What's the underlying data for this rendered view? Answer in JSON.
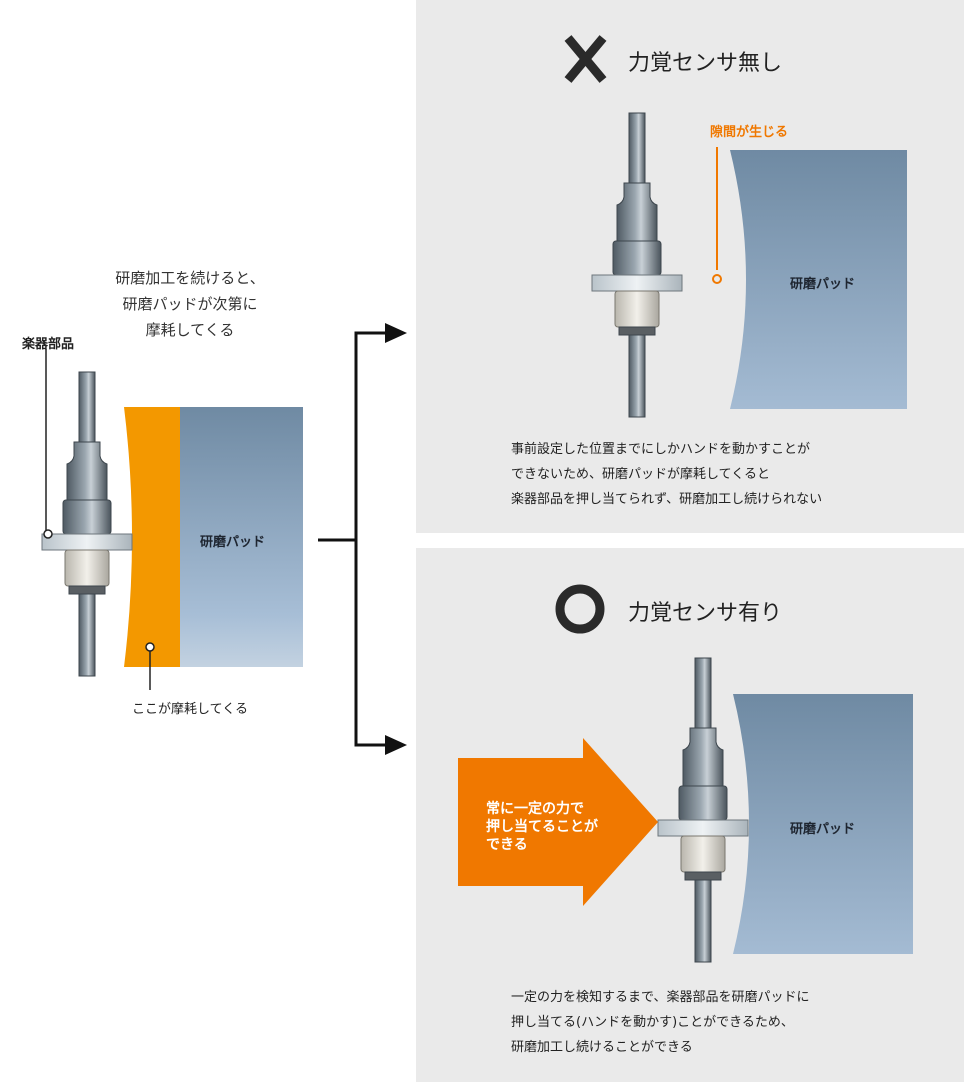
{
  "intro": {
    "line1": "研磨加工を続けると、",
    "line2": "研磨パッドが次第に",
    "line3": "摩耗してくる"
  },
  "left": {
    "part_label": "楽器部品",
    "pad_label": "研磨パッド",
    "wear_label": "ここが摩耗してくる"
  },
  "top_panel": {
    "heading": "力覚センサ無し",
    "gap_label": "隙間が生じる",
    "pad_label": "研磨パッド",
    "desc_line1": "事前設定した位置までにしかハンドを動かすことが",
    "desc_line2": "できないため、研磨パッドが摩耗してくると",
    "desc_line3": "楽器部品を押し当てられず、研磨加工し続けられない"
  },
  "bottom_panel": {
    "heading": "力覚センサ有り",
    "pad_label": "研磨パッド",
    "arrow_line1": "常に一定の力で",
    "arrow_line2": "押し当てることが",
    "arrow_line3": "できる",
    "desc_line1": "一定の力を検知するまで、楽器部品を研磨パッドに",
    "desc_line2": "押し当てる(ハンドを動かす)ことができるため、",
    "desc_line3": "研磨加工し続けることができる"
  },
  "colors": {
    "panel_bg": "#eaeaea",
    "accent_orange": "#f07800",
    "wear_orange": "#f39800",
    "pad_top": "#6f8aa3",
    "pad_bottom": "#9fb6cf",
    "icon_dark": "#2a2a2a"
  },
  "icons": {
    "no_sensor": "cross-icon",
    "with_sensor": "circle-icon"
  }
}
